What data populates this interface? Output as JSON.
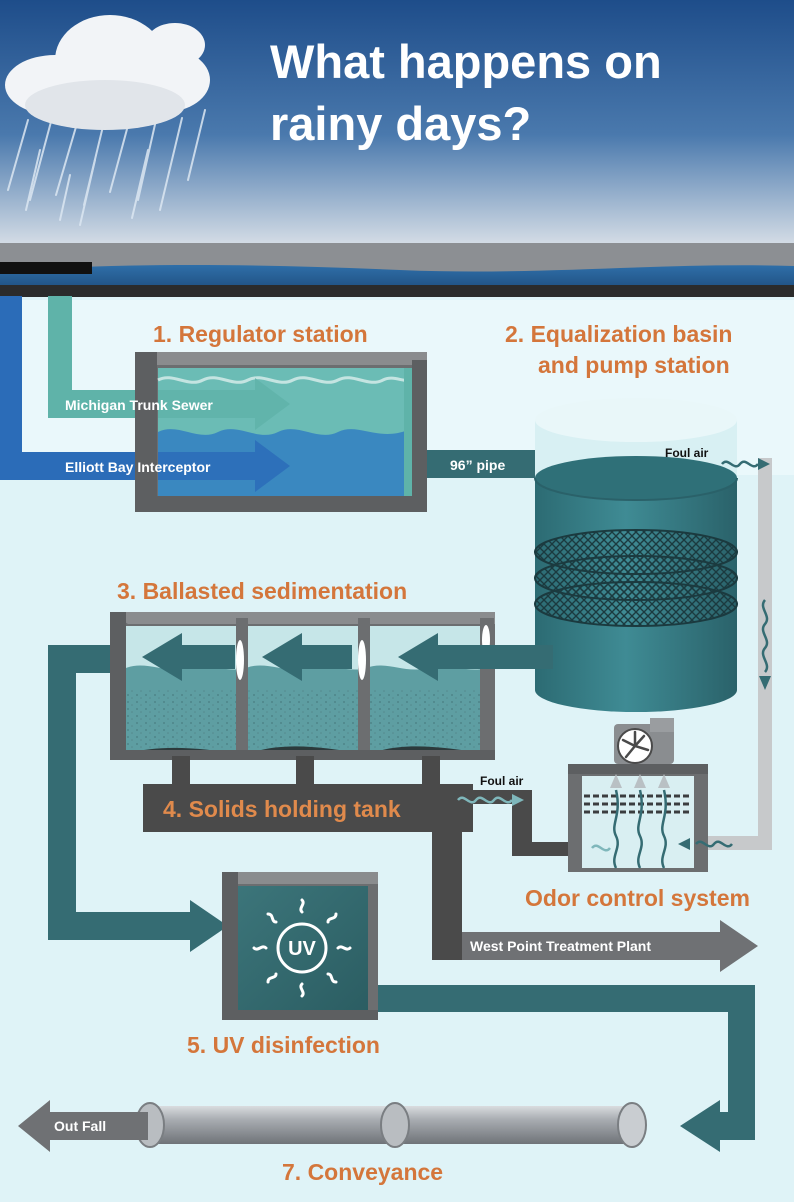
{
  "title": {
    "line1": "What happens on",
    "line2": "rainy days?"
  },
  "stages": {
    "regulator": "1. Regulator station",
    "equalization_line1": "2. Equalization basin",
    "equalization_line2": "and pump station",
    "sedimentation": "3. Ballasted sedimentation",
    "solids": "4. Solids holding tank",
    "odor": "Odor control system",
    "uv": "5.  UV disinfection",
    "conveyance": "7.  Conveyance"
  },
  "flows": {
    "michigan": "Michigan Trunk Sewer",
    "elliott": "Elliott Bay Interceptor",
    "pipe96": "96” pipe",
    "foul_air_1": "Foul air",
    "foul_air_2": "Foul air",
    "west_point": "West Point Treatment Plant",
    "out_fall": "Out Fall"
  },
  "uv_label": "UV",
  "colors": {
    "sky_top": "#1e4d8a",
    "sky_bottom": "#cfd9e4",
    "teal_dark": "#356c73",
    "teal_light": "#5fb3a9",
    "blue_pipe": "#2b6cb8",
    "label_orange": "#d4763b",
    "gray_dark": "#4a4a4a",
    "background": "#dff3f7"
  }
}
